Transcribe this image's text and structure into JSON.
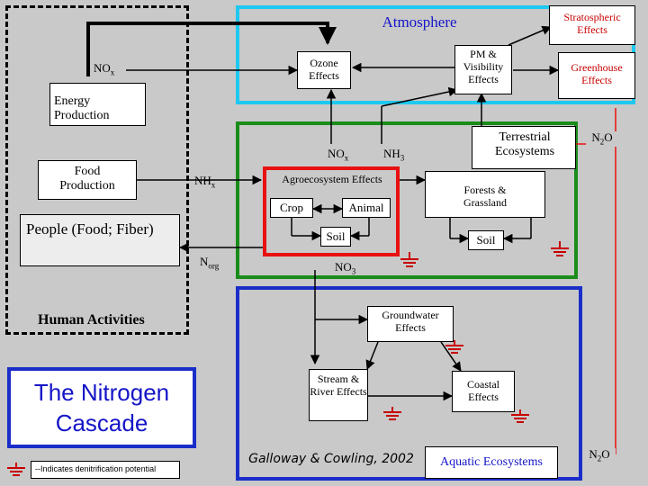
{
  "atmosphere": "Atmosphere",
  "stratospheric": "Stratospheric Effects",
  "nox_atm": "NO",
  "nox_atm_sub": "x",
  "ozone": "Ozone Effects",
  "pm": "PM & Visibility Effects",
  "greenhouse": "Greenhouse Effects",
  "energy": "Energy Production",
  "food": "Food Production",
  "people": "People (Food; Fiber)",
  "human": "Human Activities",
  "nox_mid": "NO",
  "nox_mid_sub": "x",
  "nh3": "NH",
  "nh3_sub": "3",
  "nhx": "NH",
  "nhx_sub": "x",
  "norg": "N",
  "norg_sub": "org",
  "terrestrial": "Terrestrial Ecosystems",
  "agro": "Agroecosystem Effects",
  "crop": "Crop",
  "animal": "Animal",
  "soil_agro": "Soil",
  "forests": "Forests & Grassland",
  "soil_forest": "Soil",
  "no3": "NO",
  "no3_sub": "3",
  "n2o_top": "N",
  "n2o_top_sub": "2",
  "n2o_top_end": "O",
  "groundwater": "Groundwater Effects",
  "stream": "Stream & River Effects",
  "coastal": "Coastal Effects",
  "aquatic": "Aquatic Ecosystems",
  "n2o_bot": "N",
  "n2o_bot_sub": "2",
  "n2o_bot_end": "O",
  "title": "The Nitrogen Cascade",
  "citation": "Galloway & Cowling, 2002",
  "legend": "--Indicates denitrification potential",
  "colors": {
    "background": "#c9c9c9",
    "atmosphere_border": "#1ec8f0",
    "terrestrial_border": "#1a8c1a",
    "aquatic_border": "#1a2dc8",
    "agro_border": "#e81010",
    "title_color": "#1515c8",
    "stratospheric_text": "#c80000",
    "n2o_line": "#e81010"
  }
}
